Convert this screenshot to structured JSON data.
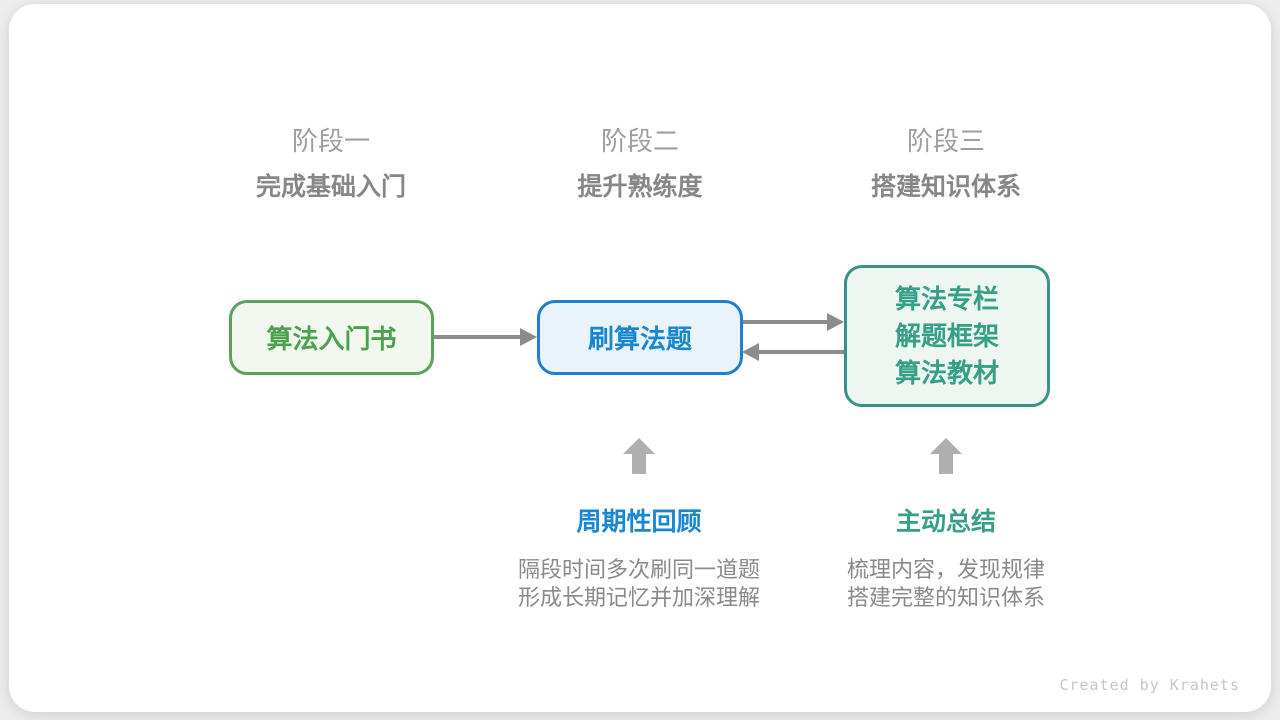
{
  "stages": [
    {
      "label": "阶段一",
      "subtitle": "完成基础入门"
    },
    {
      "label": "阶段二",
      "subtitle": "提升熟练度"
    },
    {
      "label": "阶段三",
      "subtitle": "搭建知识体系"
    }
  ],
  "boxes": {
    "intro_book": {
      "title": "算法入门书"
    },
    "practice": {
      "title": "刷算法题"
    },
    "resources": {
      "lines": [
        "算法专栏",
        "解题框架",
        "算法教材"
      ]
    }
  },
  "annotations": {
    "review": {
      "title": "周期性回顾",
      "line1": "隔段时间多次刷同一道题",
      "line2": "形成长期记忆并加深理解"
    },
    "summary": {
      "title": "主动总结",
      "line1": "梳理内容，发现规律",
      "line2": "搭建完整的知识体系"
    }
  },
  "footer": {
    "credit": "Created by Krahets"
  },
  "colors": {
    "green_border": "#5CA05C",
    "green_bg": "#F2F8EF",
    "green_text": "#4CA14F",
    "blue_border": "#1F7FD1",
    "blue_bg": "#E9F3FB",
    "blue_text": "#1787D1",
    "teal_border": "#3A918A",
    "teal_bg": "#EDF6F1",
    "teal_text": "#359F87",
    "stage_label_gray": "#9E9E9E",
    "stage_subtitle_gray": "#878787",
    "description_gray": "#8A8A8A",
    "arrow_gray": "#8C8C8C",
    "block_arrow_gray": "#AFAFAF",
    "credit_gray": "#C6C6C6",
    "card_bg": "#FFFFFF",
    "page_bg": "#EDEDED"
  }
}
